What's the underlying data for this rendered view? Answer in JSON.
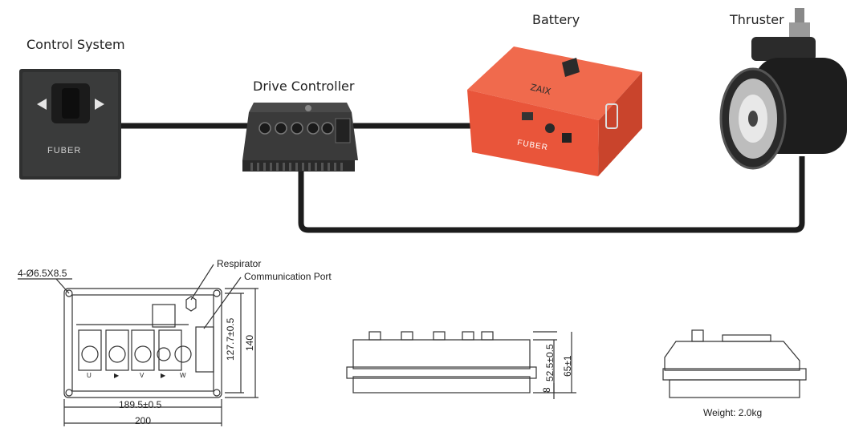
{
  "components": {
    "control_system": {
      "label": "Control System",
      "brand": "FUBER"
    },
    "drive_controller": {
      "label": "Drive Controller"
    },
    "battery": {
      "label": "Battery",
      "brand": "FUBER",
      "body_color": "#e9553a"
    },
    "thruster": {
      "label": "Thruster"
    }
  },
  "drawing": {
    "hole_spec": "4-Ø6.5X8.5",
    "respirator": "Respirator",
    "communication_port": "Communication Port",
    "dim_width_inner": "189.5±0.5",
    "dim_width_outer": "200",
    "dim_height_inner": "127.7±0.5",
    "dim_height_outer": "140",
    "dim_side_inner": "52.5±0.5",
    "dim_side_outer": "65±1",
    "dim_base": "8",
    "weight": "Weight: 2.0kg",
    "port_marks": [
      "U",
      "▶",
      "V",
      "▶",
      "W"
    ]
  },
  "colors": {
    "cable": "#1c1c1c",
    "line_drawing": "#333333"
  }
}
